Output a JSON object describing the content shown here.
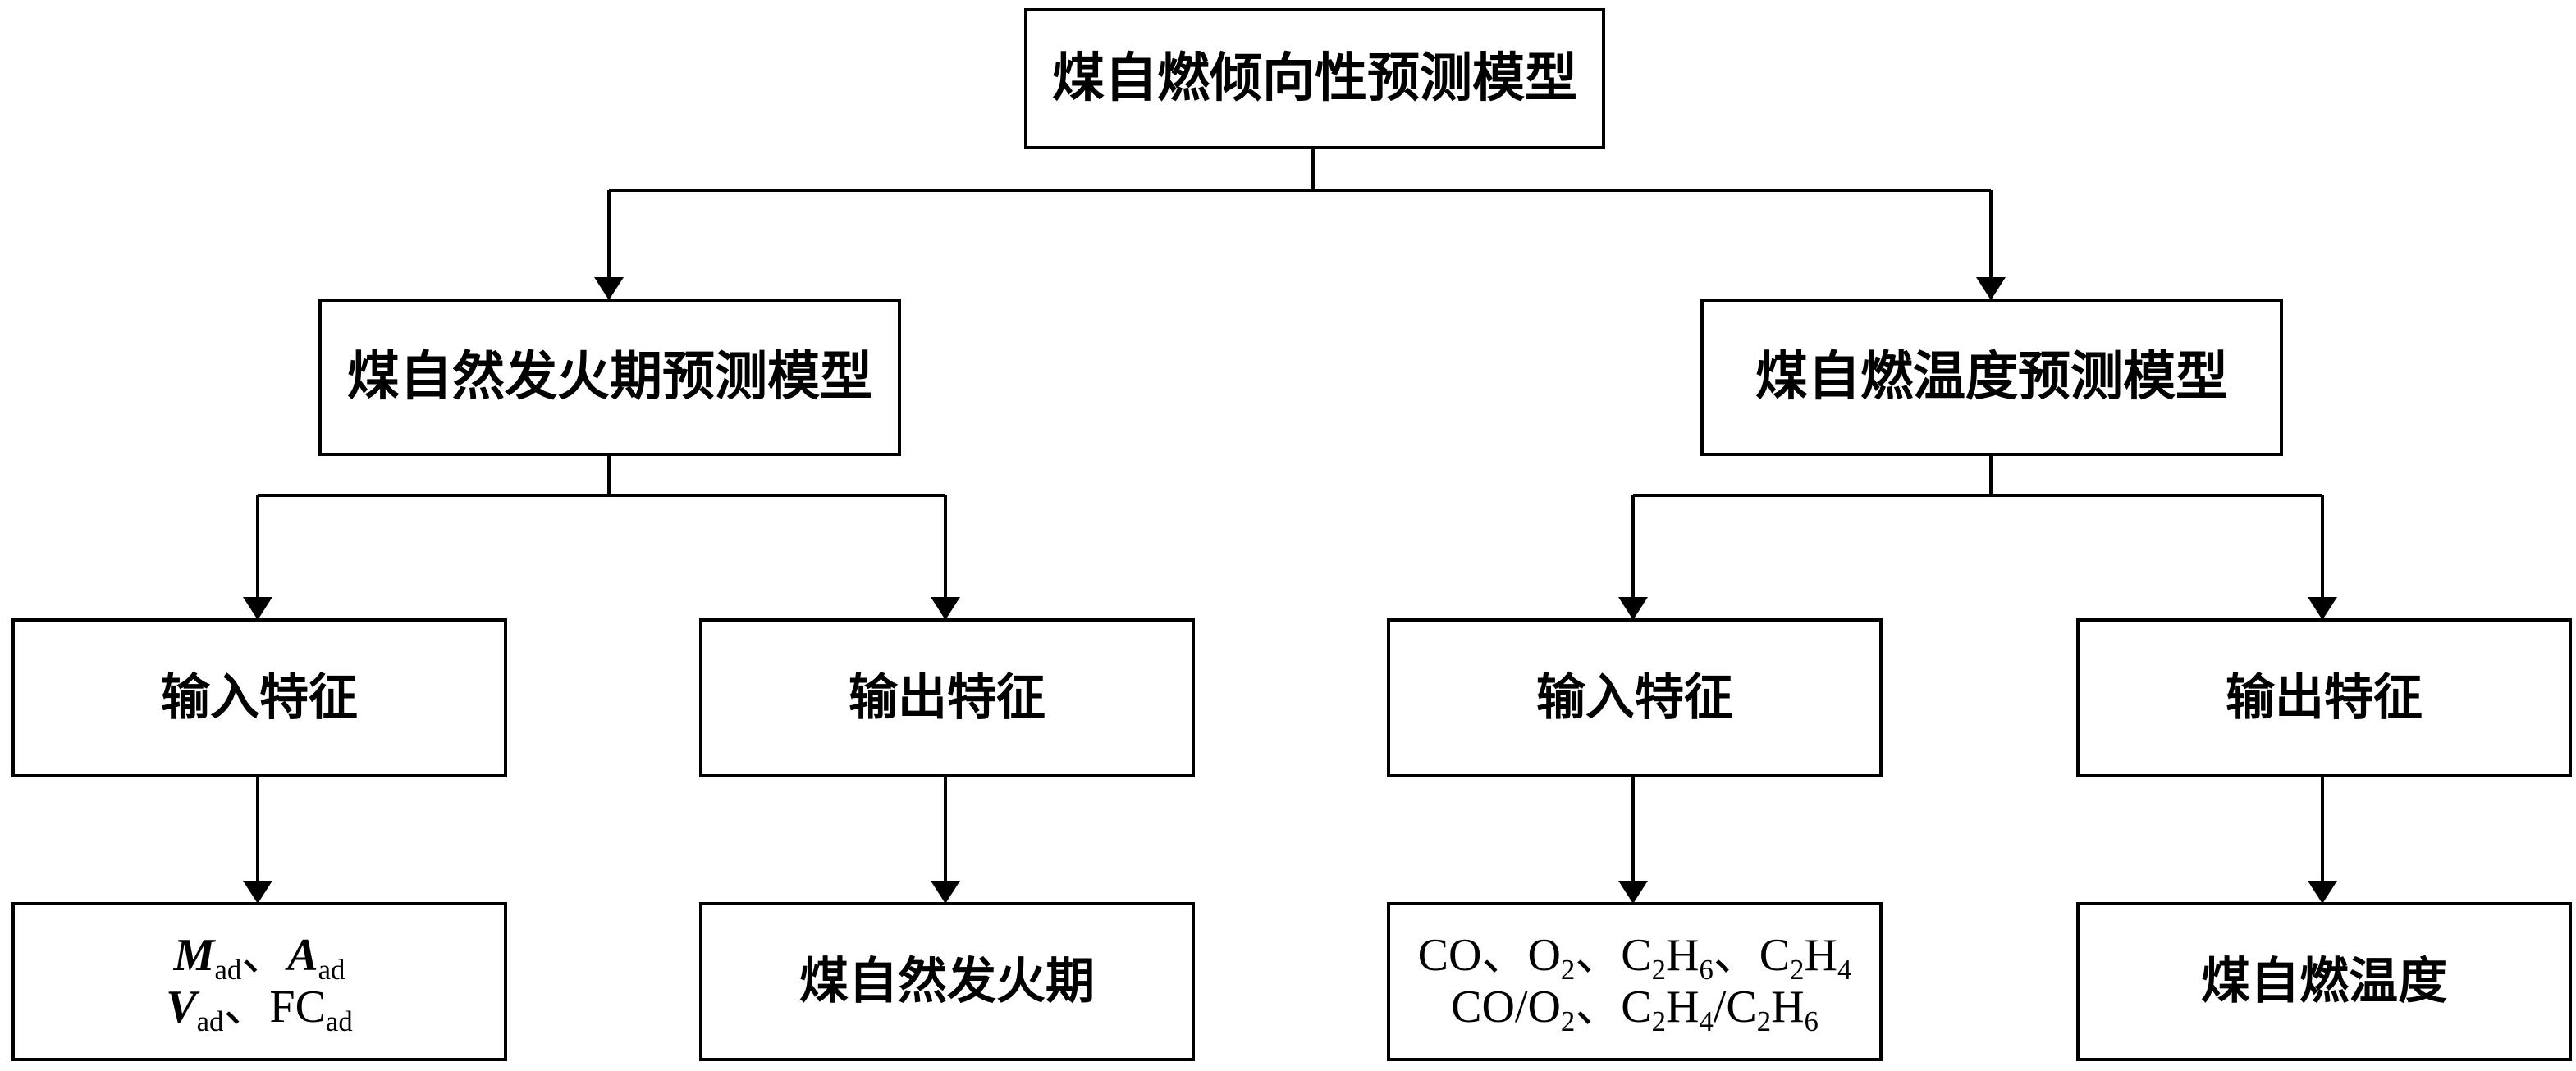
{
  "root": {
    "label": "煤自燃倾向性预测模型"
  },
  "left_model": {
    "label": "煤自然发火期预测模型",
    "input": {
      "label": "输入特征"
    },
    "output": {
      "label": "输出特征"
    },
    "input_value": {
      "line1": {
        "m": "M",
        "m_sub": "ad",
        "sep1": "、",
        "a": "A",
        "a_sub": "ad"
      },
      "line2": {
        "v": "V",
        "v_sub": "ad",
        "sep2": "、",
        "fc": "FC",
        "fc_sub": "ad"
      }
    },
    "output_value": {
      "label": "煤自然发火期"
    }
  },
  "right_model": {
    "label": "煤自燃温度预测模型",
    "input": {
      "label": "输入特征"
    },
    "output": {
      "label": "输出特征"
    },
    "input_value": {
      "line1": {
        "co": "CO、O",
        "o_sub": "2",
        "sep": "、C",
        "c1_sub": "2",
        "h1": "H",
        "h1_sub": "6",
        "sep2": "、C",
        "c2_sub": "2",
        "h2": "H",
        "h2_sub": "4"
      },
      "line2": {
        "co_o": "CO/O",
        "o_sub": "2",
        "sep": "、C",
        "c1_sub": "2",
        "h1": "H",
        "h1_sub": "4",
        "slash": "/C",
        "c2_sub": "2",
        "h2": "H",
        "h2_sub": "6"
      }
    },
    "output_value": {
      "label": "煤自燃温度"
    }
  }
}
